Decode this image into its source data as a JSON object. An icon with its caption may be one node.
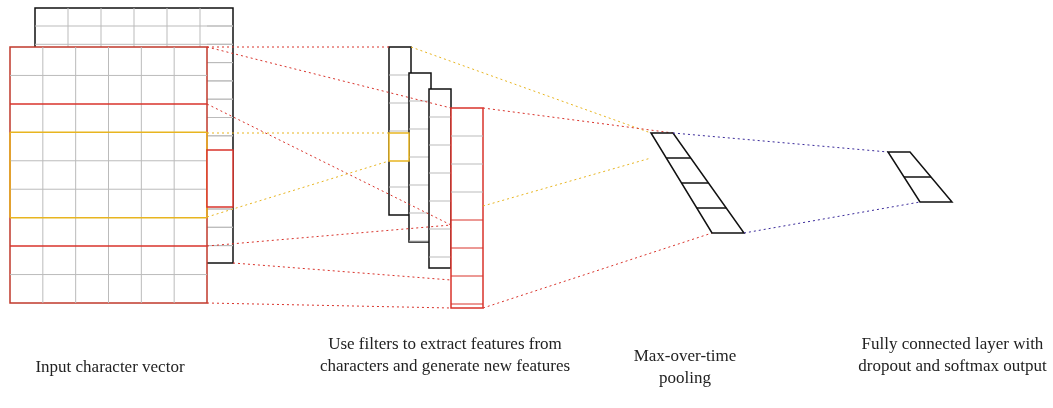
{
  "diagram": {
    "labels": [
      "Input character vector",
      "Use filters to extract features from characters and generate new features",
      "Max-over-time pooling",
      "Fully connected layer with dropout and softmax output"
    ]
  }
}
